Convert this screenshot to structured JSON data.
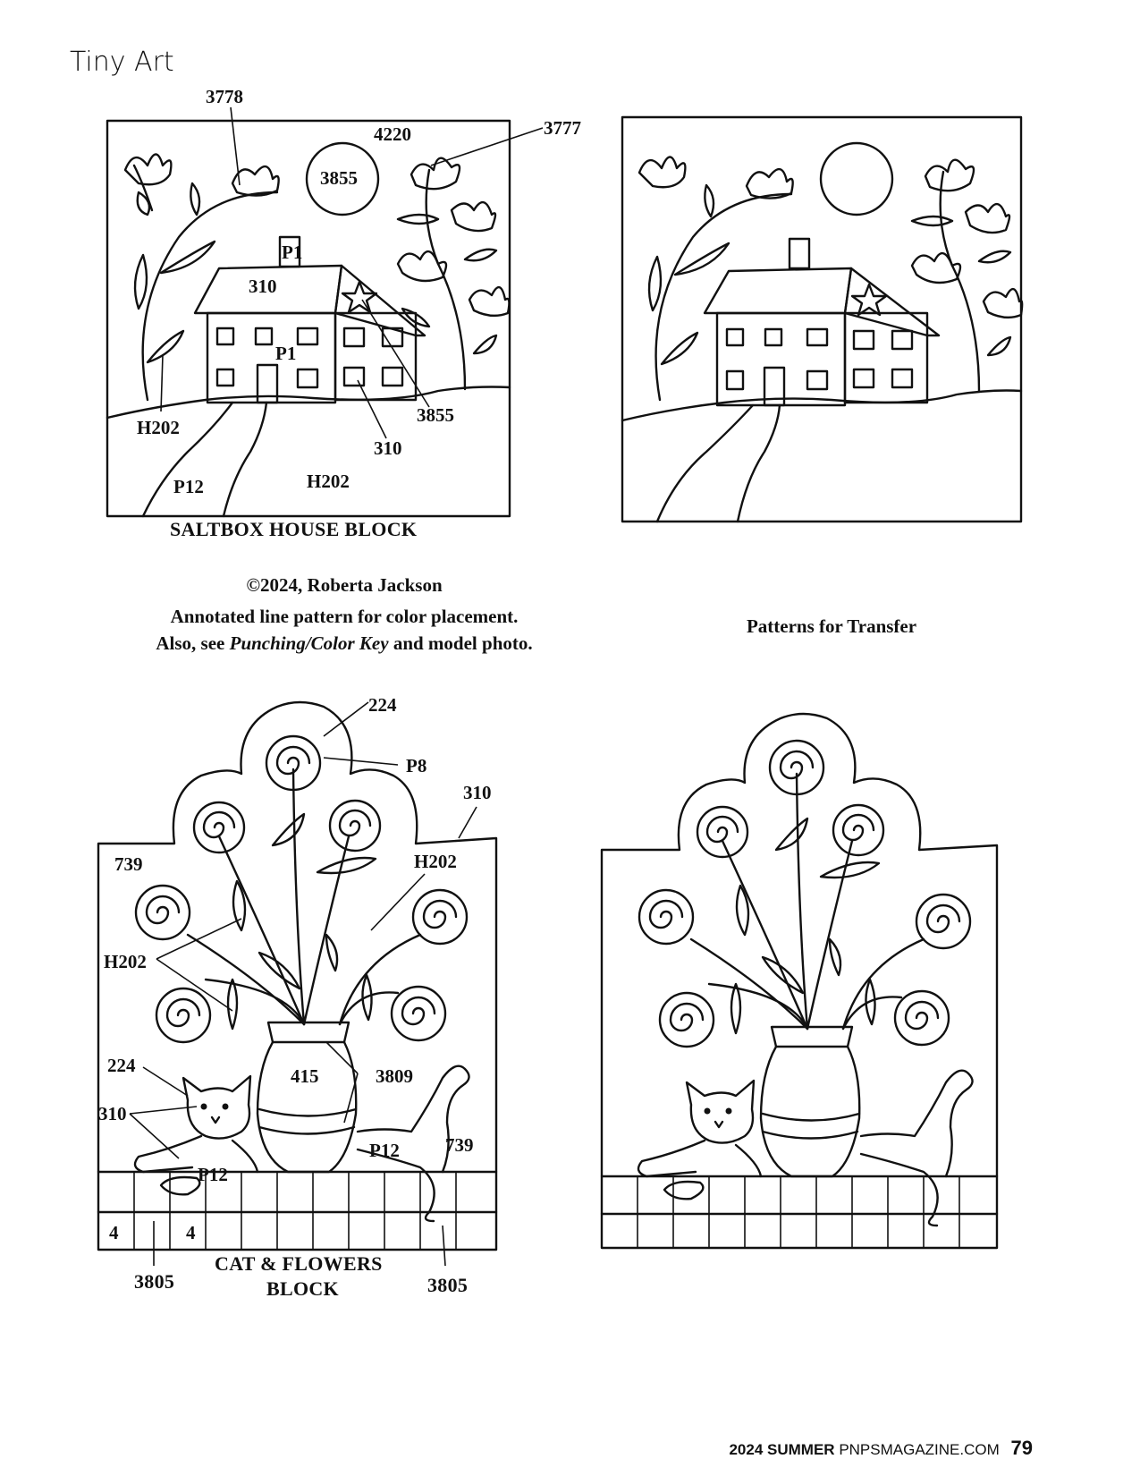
{
  "header": {
    "section_label": "Tiny Art"
  },
  "saltbox": {
    "title": "SALTBOX HOUSE BLOCK",
    "labels": {
      "tulip_left": "3778",
      "sky": "4220",
      "tulip_right": "3777",
      "moon": "3855",
      "chimney": "P1",
      "roof": "310",
      "door": "P1",
      "leaf": "H202",
      "star": "3855",
      "windows": "310",
      "path": "P12",
      "ground": "H202"
    }
  },
  "credit": {
    "copyright": "©2024, Roberta Jackson",
    "line1": "Annotated line pattern for color placement.",
    "line2_prefix": "Also, see ",
    "line2_emph": "Punching/Color Key",
    "line2_suffix": " and model photo."
  },
  "transfer": {
    "label": "Patterns for Transfer"
  },
  "cat_flowers": {
    "title_line1": "CAT & FLOWERS",
    "title_line2": "BLOCK",
    "labels": {
      "flower_outline": "224",
      "flower_center": "P8",
      "border": "310",
      "background_left": "739",
      "leaf_right": "H202",
      "leaves_left": "H202",
      "vase": "415",
      "vase_stripes": "3809",
      "cat_ears": "224",
      "cat_eyes": "310",
      "cat_body": "P12",
      "tail_cat": "P12",
      "background_right": "739",
      "tile_a": "4",
      "tile_b": "4",
      "grout_left": "3805",
      "grout_right": "3805"
    }
  },
  "footer": {
    "season": "2024 SUMMER",
    "site": "PNPSMAGAZINE.COM",
    "page": "79"
  }
}
